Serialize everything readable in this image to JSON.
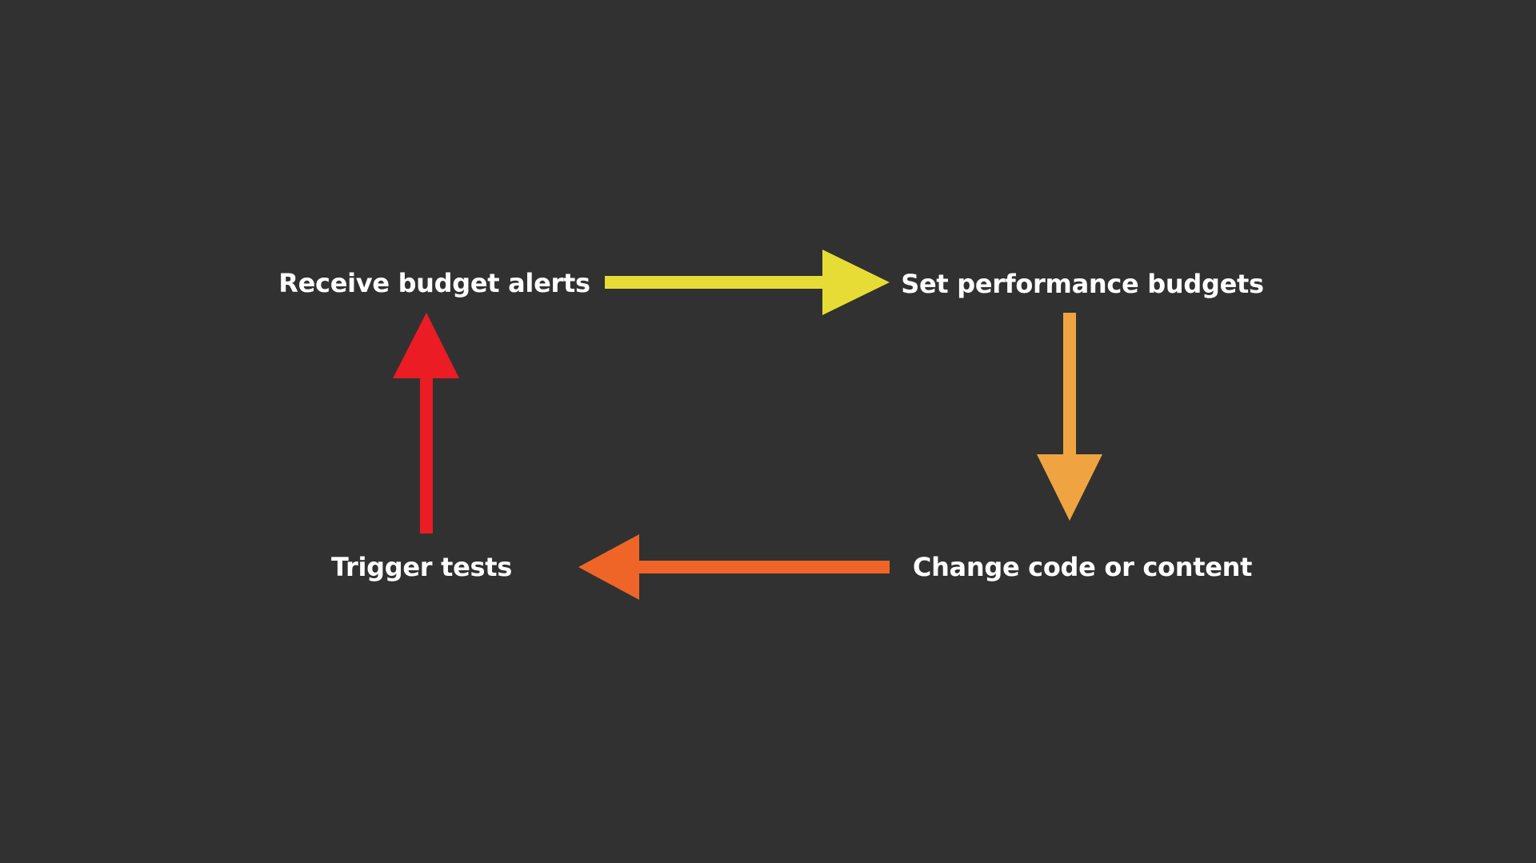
{
  "diagram": {
    "type": "cycle",
    "nodes": [
      {
        "id": "receive",
        "label": "Receive budget alerts"
      },
      {
        "id": "set",
        "label": "Set performance budgets"
      },
      {
        "id": "change",
        "label": "Change code or content"
      },
      {
        "id": "trigger",
        "label": "Trigger tests"
      }
    ],
    "edges": [
      {
        "from": "receive",
        "to": "set",
        "color": "#E7DC35"
      },
      {
        "from": "set",
        "to": "change",
        "color": "#F0A441"
      },
      {
        "from": "change",
        "to": "trigger",
        "color": "#EE6527"
      },
      {
        "from": "trigger",
        "to": "receive",
        "color": "#EB1C24"
      }
    ],
    "background": "#313131",
    "text_color": "#FFFFFF"
  }
}
